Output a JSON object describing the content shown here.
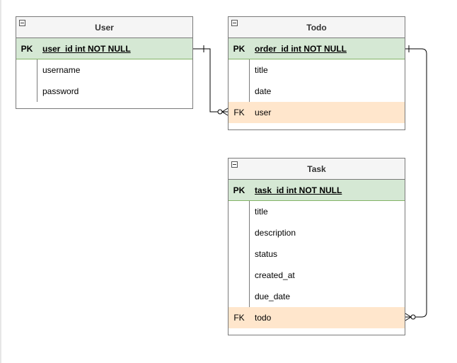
{
  "entities": {
    "user": {
      "title": "User",
      "pk": {
        "key": "PK",
        "field": "user_id int NOT NULL"
      },
      "fields": [
        "username",
        "password"
      ]
    },
    "todo": {
      "title": "Todo",
      "pk": {
        "key": "PK",
        "field": "order_id int NOT NULL"
      },
      "fields": [
        "title",
        "date"
      ],
      "fk": {
        "key": "FK",
        "field": "user"
      }
    },
    "task": {
      "title": "Task",
      "pk": {
        "key": "PK",
        "field": "task_id int NOT NULL"
      },
      "fields": [
        "title",
        "description",
        "status",
        "created_at",
        "due_date"
      ],
      "fk": {
        "key": "FK",
        "field": "todo"
      }
    }
  },
  "relationships": [
    {
      "from": "User.user_id",
      "to": "Todo.user",
      "cardinality": "one-to-zero-or-many"
    },
    {
      "from": "Todo.order_id",
      "to": "Task.todo",
      "cardinality": "one-to-zero-or-many"
    }
  ],
  "colors": {
    "pk_fill": "#d5e8d4",
    "pk_stroke": "#82b366",
    "fk_fill": "#ffe6cc",
    "header_fill": "#f5f5f5",
    "border": "#7a7a7a",
    "connector": "#000000"
  }
}
